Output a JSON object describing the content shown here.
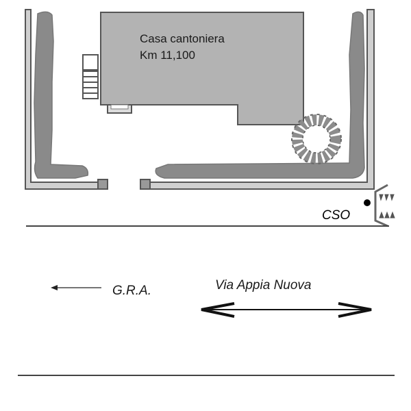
{
  "diagram": {
    "building": {
      "name": "Casa cantoniera",
      "km": "Km 11,100"
    },
    "cso_label": "CSO",
    "road": {
      "name": "Via Appia Nuova",
      "direction_label": "G.R.A."
    },
    "colors": {
      "building_fill": "#b3b3b3",
      "outline": "#555555",
      "hedge": "#8a8a8a",
      "wall_fill": "#d0d0d0",
      "tree": "#8c8c8c",
      "text": "#1a1a1a"
    },
    "icons": {
      "tree": "tree-icon",
      "cso_marker": "dot-icon",
      "arrow_left": "arrow-left-icon",
      "arrow_both": "double-arrow-icon"
    }
  }
}
